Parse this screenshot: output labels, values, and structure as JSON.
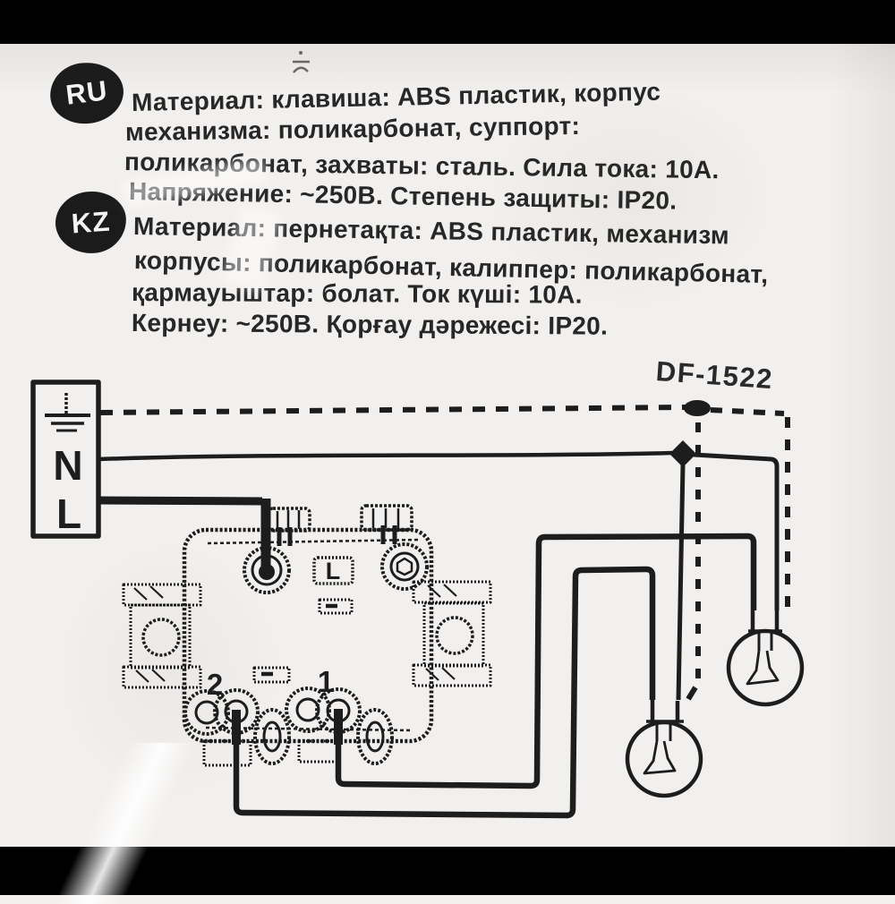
{
  "header": {
    "ru_badge": "RU",
    "kz_badge": "KZ",
    "ru_lines": [
      "Материал: клавиша: ABS пластик, корпус",
      "механизма: поликарбонат, суппорт:",
      "поликарбонат, захваты: сталь. Сила тока: 10А.",
      "Напряжение: ~250В. Степень защиты: IP20."
    ],
    "kz_lines": [
      "Материал: пернетақта: ABS пластик, механизм",
      "корпусы: поликарбонат, калиппер: поликарбонат,",
      "қармауыштар: болат. Ток күші: 10А.",
      "Кернеу: ~250В. Қорғау дәрежесі: IP20."
    ]
  },
  "model_number": "DF-1522",
  "diagram": {
    "supply_labels": {
      "neutral": "N",
      "line": "L"
    },
    "switch_labels": {
      "line_terminal": "L",
      "terminal_1": "1",
      "terminal_2": "2"
    },
    "ink_color": "#1d1d1d",
    "background_color": "#f2f0ee"
  }
}
